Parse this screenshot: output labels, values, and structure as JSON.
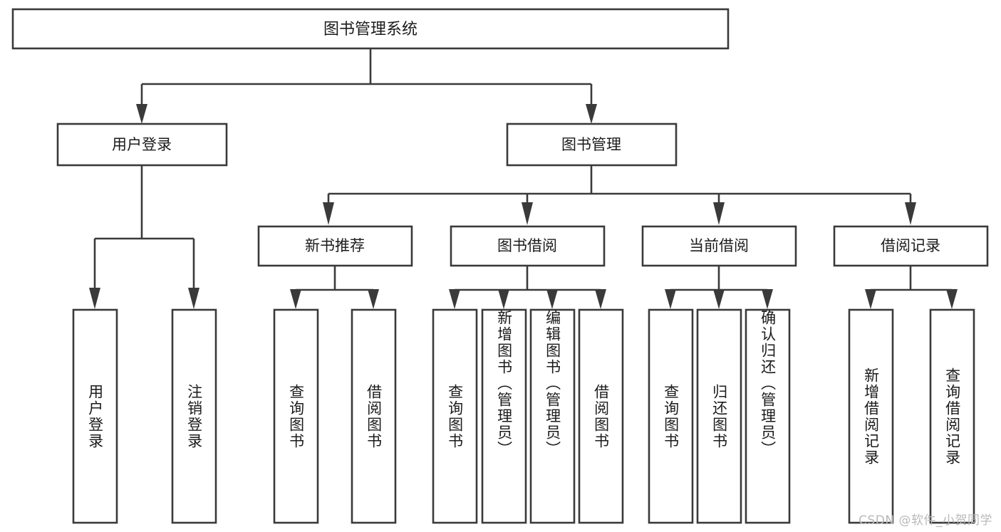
{
  "diagram": {
    "type": "tree",
    "title": "图书管理系统",
    "root": {
      "id": "root",
      "label": "图书管理系统",
      "orientation": "horizontal"
    },
    "level1": [
      {
        "id": "user-login",
        "label": "用户登录",
        "orientation": "horizontal"
      },
      {
        "id": "book-manage",
        "label": "图书管理",
        "orientation": "horizontal"
      }
    ],
    "level2": [
      {
        "id": "new-book-recommend",
        "label": "新书推荐",
        "parent": "book-manage",
        "orientation": "horizontal"
      },
      {
        "id": "book-borrow",
        "label": "图书借阅",
        "parent": "book-manage",
        "orientation": "horizontal"
      },
      {
        "id": "current-borrow",
        "label": "当前借阅",
        "parent": "book-manage",
        "orientation": "horizontal"
      },
      {
        "id": "borrow-record",
        "label": "借阅记录",
        "parent": "book-manage",
        "orientation": "horizontal"
      }
    ],
    "leaves": [
      {
        "id": "leaf-user-login",
        "label": "用户登录",
        "parent": "user-login",
        "orientation": "vertical"
      },
      {
        "id": "leaf-user-logout",
        "label": "注销登录",
        "parent": "user-login",
        "orientation": "vertical"
      },
      {
        "id": "leaf-query-book-1",
        "label": "查询图书",
        "parent": "new-book-recommend",
        "orientation": "vertical"
      },
      {
        "id": "leaf-borrow-book-1",
        "label": "借阅图书",
        "parent": "new-book-recommend",
        "orientation": "vertical"
      },
      {
        "id": "leaf-query-book-2",
        "label": "查询图书",
        "parent": "book-borrow",
        "orientation": "vertical"
      },
      {
        "id": "leaf-add-book",
        "label": "新增图书（管理员）",
        "parent": "book-borrow",
        "orientation": "vertical"
      },
      {
        "id": "leaf-edit-book",
        "label": "编辑图书（管理员）",
        "parent": "book-borrow",
        "orientation": "vertical"
      },
      {
        "id": "leaf-borrow-book-2",
        "label": "借阅图书",
        "parent": "book-borrow",
        "orientation": "vertical"
      },
      {
        "id": "leaf-query-book-3",
        "label": "查询图书",
        "parent": "current-borrow",
        "orientation": "vertical"
      },
      {
        "id": "leaf-return-book",
        "label": "归还图书",
        "parent": "current-borrow",
        "orientation": "vertical"
      },
      {
        "id": "leaf-confirm-return",
        "label": "确认归还（管理员）",
        "parent": "current-borrow",
        "orientation": "vertical"
      },
      {
        "id": "leaf-add-record",
        "label": "新增借阅记录",
        "parent": "borrow-record",
        "orientation": "vertical"
      },
      {
        "id": "leaf-query-record",
        "label": "查询借阅记录",
        "parent": "borrow-record",
        "orientation": "vertical"
      }
    ],
    "colors": {
      "box_stroke": "#3a3a3a",
      "box_fill": "#ffffff",
      "connector": "#3a3a3a",
      "text": "#1b1b1b",
      "background": "#ffffff",
      "watermark": "#b9b9b9"
    }
  },
  "watermark": {
    "text": "CSDN @软件_小贺同学"
  }
}
